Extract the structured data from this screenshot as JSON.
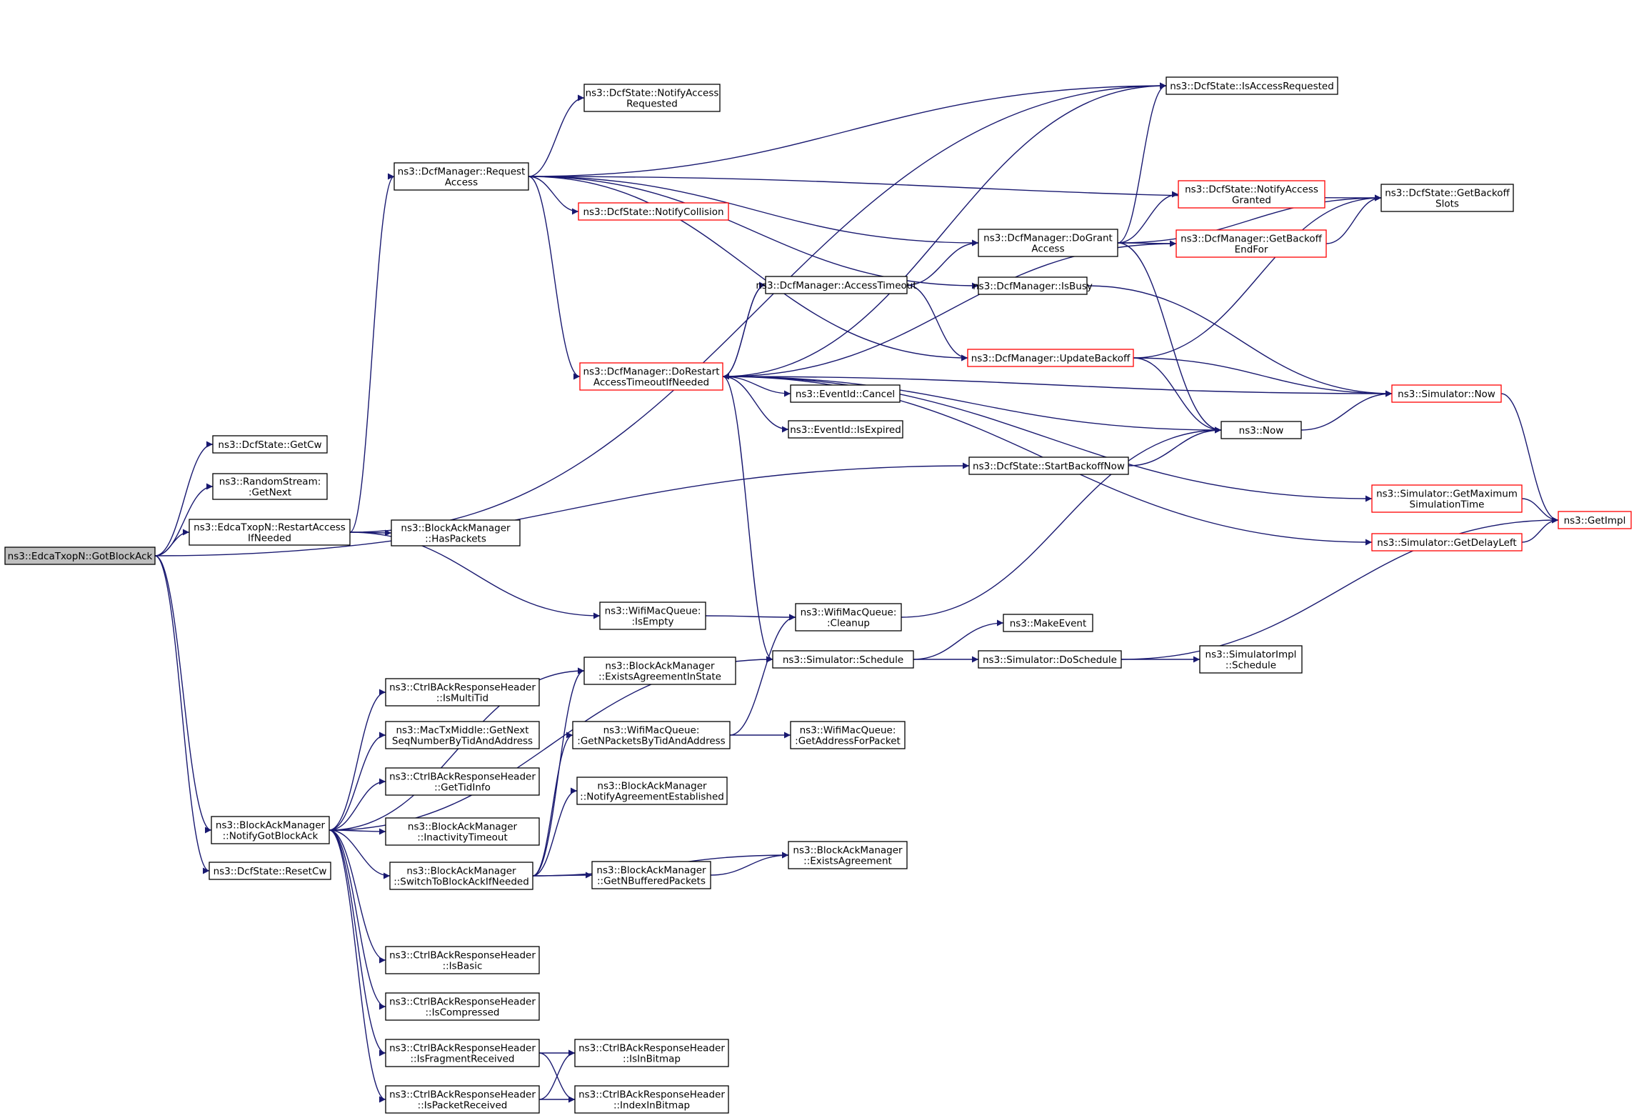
{
  "colors": {
    "edge": "#191970",
    "node_border": "#000000",
    "node_border_red": "#ff0000",
    "root_fill": "#bfbfbf",
    "node_fill": "#ffffff"
  },
  "nodes": [
    {
      "id": "root",
      "lines": [
        "ns3::EdcaTxopN::GotBlockAck"
      ],
      "style": "root"
    },
    {
      "id": "getcw",
      "lines": [
        "ns3::DcfState::GetCw"
      ],
      "style": "normal"
    },
    {
      "id": "rsgetnext",
      "lines": [
        "ns3::RandomStream:",
        ":GetNext"
      ],
      "style": "normal"
    },
    {
      "id": "restart",
      "lines": [
        "ns3::EdcaTxopN::RestartAccess",
        "IfNeeded"
      ],
      "style": "normal"
    },
    {
      "id": "haspackets",
      "lines": [
        "ns3::BlockAckManager",
        "::HasPackets"
      ],
      "style": "normal"
    },
    {
      "id": "reqaccess",
      "lines": [
        "ns3::DcfManager::Request",
        "Access"
      ],
      "style": "normal"
    },
    {
      "id": "notifyaccreq",
      "lines": [
        "ns3::DcfState::NotifyAccess",
        "Requested"
      ],
      "style": "normal"
    },
    {
      "id": "notifycoll",
      "lines": [
        "ns3::DcfState::NotifyCollision"
      ],
      "style": "red"
    },
    {
      "id": "isaccreq",
      "lines": [
        "ns3::DcfState::IsAccessRequested"
      ],
      "style": "normal"
    },
    {
      "id": "notifyaccgrant",
      "lines": [
        "ns3::DcfState::NotifyAccess",
        "Granted"
      ],
      "style": "red"
    },
    {
      "id": "getbackoffslots",
      "lines": [
        "ns3::DcfState::GetBackoff",
        "Slots"
      ],
      "style": "normal"
    },
    {
      "id": "dogrant",
      "lines": [
        "ns3::DcfManager::DoGrant",
        "Access"
      ],
      "style": "normal"
    },
    {
      "id": "getbackoffend",
      "lines": [
        "ns3::DcfManager::GetBackoff",
        "EndFor"
      ],
      "style": "red"
    },
    {
      "id": "accesstimeout",
      "lines": [
        "ns3::DcfManager::AccessTimeout"
      ],
      "style": "normal"
    },
    {
      "id": "isbusy",
      "lines": [
        "ns3::DcfManager::IsBusy"
      ],
      "style": "normal"
    },
    {
      "id": "updatebackoff",
      "lines": [
        "ns3::DcfManager::UpdateBackoff"
      ],
      "style": "red"
    },
    {
      "id": "dorestart",
      "lines": [
        "ns3::DcfManager::DoRestart",
        "AccessTimeoutIfNeeded"
      ],
      "style": "red"
    },
    {
      "id": "simnow",
      "lines": [
        "ns3::Simulator::Now"
      ],
      "style": "red"
    },
    {
      "id": "evcancel",
      "lines": [
        "ns3::EventId::Cancel"
      ],
      "style": "normal"
    },
    {
      "id": "evexpired",
      "lines": [
        "ns3::EventId::IsExpired"
      ],
      "style": "normal"
    },
    {
      "id": "now",
      "lines": [
        "ns3::Now"
      ],
      "style": "normal"
    },
    {
      "id": "startbackoff",
      "lines": [
        "ns3::DcfState::StartBackoffNow"
      ],
      "style": "normal"
    },
    {
      "id": "getmaxsim",
      "lines": [
        "ns3::Simulator::GetMaximum",
        "SimulationTime"
      ],
      "style": "red"
    },
    {
      "id": "getimpl",
      "lines": [
        "ns3::GetImpl"
      ],
      "style": "red"
    },
    {
      "id": "getdelayleft",
      "lines": [
        "ns3::Simulator::GetDelayLeft"
      ],
      "style": "red"
    },
    {
      "id": "wqisempty",
      "lines": [
        "ns3::WifiMacQueue:",
        ":IsEmpty"
      ],
      "style": "normal"
    },
    {
      "id": "wqcleanup",
      "lines": [
        "ns3::WifiMacQueue:",
        ":Cleanup"
      ],
      "style": "normal"
    },
    {
      "id": "makeevent",
      "lines": [
        "ns3::MakeEvent"
      ],
      "style": "normal"
    },
    {
      "id": "simschedule",
      "lines": [
        "ns3::Simulator::Schedule"
      ],
      "style": "normal"
    },
    {
      "id": "doschedule",
      "lines": [
        "ns3::Simulator::DoSchedule"
      ],
      "style": "normal"
    },
    {
      "id": "implschedule",
      "lines": [
        "ns3::SimulatorImpl",
        "::Schedule"
      ],
      "style": "normal"
    },
    {
      "id": "existsinstate",
      "lines": [
        "ns3::BlockAckManager",
        "::ExistsAgreementInState"
      ],
      "style": "normal"
    },
    {
      "id": "ismultitid",
      "lines": [
        "ns3::CtrlBAckResponseHeader",
        "::IsMultiTid"
      ],
      "style": "normal"
    },
    {
      "id": "getnextseq",
      "lines": [
        "ns3::MacTxMiddle::GetNext",
        "SeqNumberByTidAndAddress"
      ],
      "style": "normal"
    },
    {
      "id": "gettidinfo",
      "lines": [
        "ns3::CtrlBAckResponseHeader",
        "::GetTidInfo"
      ],
      "style": "normal"
    },
    {
      "id": "inacttimeout",
      "lines": [
        "ns3::BlockAckManager",
        "::InactivityTimeout"
      ],
      "style": "normal"
    },
    {
      "id": "notifygot",
      "lines": [
        "ns3::BlockAckManager",
        "::NotifyGotBlockAck"
      ],
      "style": "normal"
    },
    {
      "id": "resetcw",
      "lines": [
        "ns3::DcfState::ResetCw"
      ],
      "style": "normal"
    },
    {
      "id": "getnpackets",
      "lines": [
        "ns3::WifiMacQueue:",
        ":GetNPacketsByTidAndAddress"
      ],
      "style": "normal"
    },
    {
      "id": "getaddr",
      "lines": [
        "ns3::WifiMacQueue:",
        ":GetAddressForPacket"
      ],
      "style": "normal"
    },
    {
      "id": "notifyestab",
      "lines": [
        "ns3::BlockAckManager",
        "::NotifyAgreementEstablished"
      ],
      "style": "normal"
    },
    {
      "id": "switchto",
      "lines": [
        "ns3::BlockAckManager",
        "::SwitchToBlockAckIfNeeded"
      ],
      "style": "normal"
    },
    {
      "id": "getnbuffered",
      "lines": [
        "ns3::BlockAckManager",
        "::GetNBufferedPackets"
      ],
      "style": "normal"
    },
    {
      "id": "existsagr",
      "lines": [
        "ns3::BlockAckManager",
        "::ExistsAgreement"
      ],
      "style": "normal"
    },
    {
      "id": "isbasic",
      "lines": [
        "ns3::CtrlBAckResponseHeader",
        "::IsBasic"
      ],
      "style": "normal"
    },
    {
      "id": "iscompressed",
      "lines": [
        "ns3::CtrlBAckResponseHeader",
        "::IsCompressed"
      ],
      "style": "normal"
    },
    {
      "id": "isfragrecv",
      "lines": [
        "ns3::CtrlBAckResponseHeader",
        "::IsFragmentReceived"
      ],
      "style": "normal"
    },
    {
      "id": "isinbitmap",
      "lines": [
        "ns3::CtrlBAckResponseHeader",
        "::IsInBitmap"
      ],
      "style": "normal"
    },
    {
      "id": "ispacketrecv",
      "lines": [
        "ns3::CtrlBAckResponseHeader",
        "::IsPacketReceived"
      ],
      "style": "normal"
    },
    {
      "id": "indexinbitmap",
      "lines": [
        "ns3::CtrlBAckResponseHeader",
        "::IndexInBitmap"
      ],
      "style": "normal"
    }
  ],
  "edges": [
    [
      "root",
      "getcw"
    ],
    [
      "root",
      "rsgetnext"
    ],
    [
      "root",
      "restart"
    ],
    [
      "root",
      "startbackoff"
    ],
    [
      "root",
      "notifygot"
    ],
    [
      "root",
      "resetcw"
    ],
    [
      "restart",
      "haspackets"
    ],
    [
      "restart",
      "reqaccess"
    ],
    [
      "restart",
      "isaccreq"
    ],
    [
      "restart",
      "wqisempty"
    ],
    [
      "reqaccess",
      "notifyaccreq"
    ],
    [
      "reqaccess",
      "notifycoll"
    ],
    [
      "reqaccess",
      "isaccreq"
    ],
    [
      "reqaccess",
      "getbackoffslots"
    ],
    [
      "reqaccess",
      "dogrant"
    ],
    [
      "reqaccess",
      "isbusy"
    ],
    [
      "reqaccess",
      "updatebackoff"
    ],
    [
      "reqaccess",
      "dorestart"
    ],
    [
      "dogrant",
      "isaccreq"
    ],
    [
      "dogrant",
      "notifyaccgrant"
    ],
    [
      "dogrant",
      "getbackoffslots"
    ],
    [
      "dogrant",
      "getbackoffend"
    ],
    [
      "dogrant",
      "now"
    ],
    [
      "getbackoffend",
      "getbackoffslots"
    ],
    [
      "accesstimeout",
      "dogrant"
    ],
    [
      "accesstimeout",
      "updatebackoff"
    ],
    [
      "accesstimeout",
      "dorestart"
    ],
    [
      "isbusy",
      "simnow"
    ],
    [
      "updatebackoff",
      "getbackoffslots"
    ],
    [
      "updatebackoff",
      "simnow"
    ],
    [
      "updatebackoff",
      "now"
    ],
    [
      "dorestart",
      "isaccreq"
    ],
    [
      "dorestart",
      "accesstimeout"
    ],
    [
      "dorestart",
      "getbackoffend"
    ],
    [
      "dorestart",
      "simnow"
    ],
    [
      "dorestart",
      "evcancel"
    ],
    [
      "dorestart",
      "evexpired"
    ],
    [
      "dorestart",
      "now"
    ],
    [
      "dorestart",
      "getmaxsim"
    ],
    [
      "dorestart",
      "getdelayleft"
    ],
    [
      "dorestart",
      "simschedule"
    ],
    [
      "now",
      "simnow"
    ],
    [
      "simnow",
      "getimpl"
    ],
    [
      "getmaxsim",
      "getimpl"
    ],
    [
      "getdelayleft",
      "getimpl"
    ],
    [
      "startbackoff",
      "now"
    ],
    [
      "wqisempty",
      "wqcleanup"
    ],
    [
      "wqcleanup",
      "now"
    ],
    [
      "simschedule",
      "makeevent"
    ],
    [
      "simschedule",
      "doschedule"
    ],
    [
      "doschedule",
      "implschedule"
    ],
    [
      "doschedule",
      "getimpl"
    ],
    [
      "notifygot",
      "existsinstate"
    ],
    [
      "notifygot",
      "ismultitid"
    ],
    [
      "notifygot",
      "getnextseq"
    ],
    [
      "notifygot",
      "gettidinfo"
    ],
    [
      "notifygot",
      "inacttimeout"
    ],
    [
      "notifygot",
      "switchto"
    ],
    [
      "notifygot",
      "simschedule"
    ],
    [
      "notifygot",
      "isbasic"
    ],
    [
      "notifygot",
      "iscompressed"
    ],
    [
      "notifygot",
      "isfragrecv"
    ],
    [
      "notifygot",
      "ispacketrecv"
    ],
    [
      "switchto",
      "existsinstate"
    ],
    [
      "switchto",
      "getnpackets"
    ],
    [
      "switchto",
      "notifyestab"
    ],
    [
      "switchto",
      "existsagr"
    ],
    [
      "switchto",
      "getnbuffered"
    ],
    [
      "getnpackets",
      "getaddr"
    ],
    [
      "getnpackets",
      "wqcleanup"
    ],
    [
      "getnbuffered",
      "existsagr"
    ],
    [
      "isfragrecv",
      "isinbitmap"
    ],
    [
      "isfragrecv",
      "indexinbitmap"
    ],
    [
      "ispacketrecv",
      "isinbitmap"
    ],
    [
      "ispacketrecv",
      "indexinbitmap"
    ]
  ]
}
